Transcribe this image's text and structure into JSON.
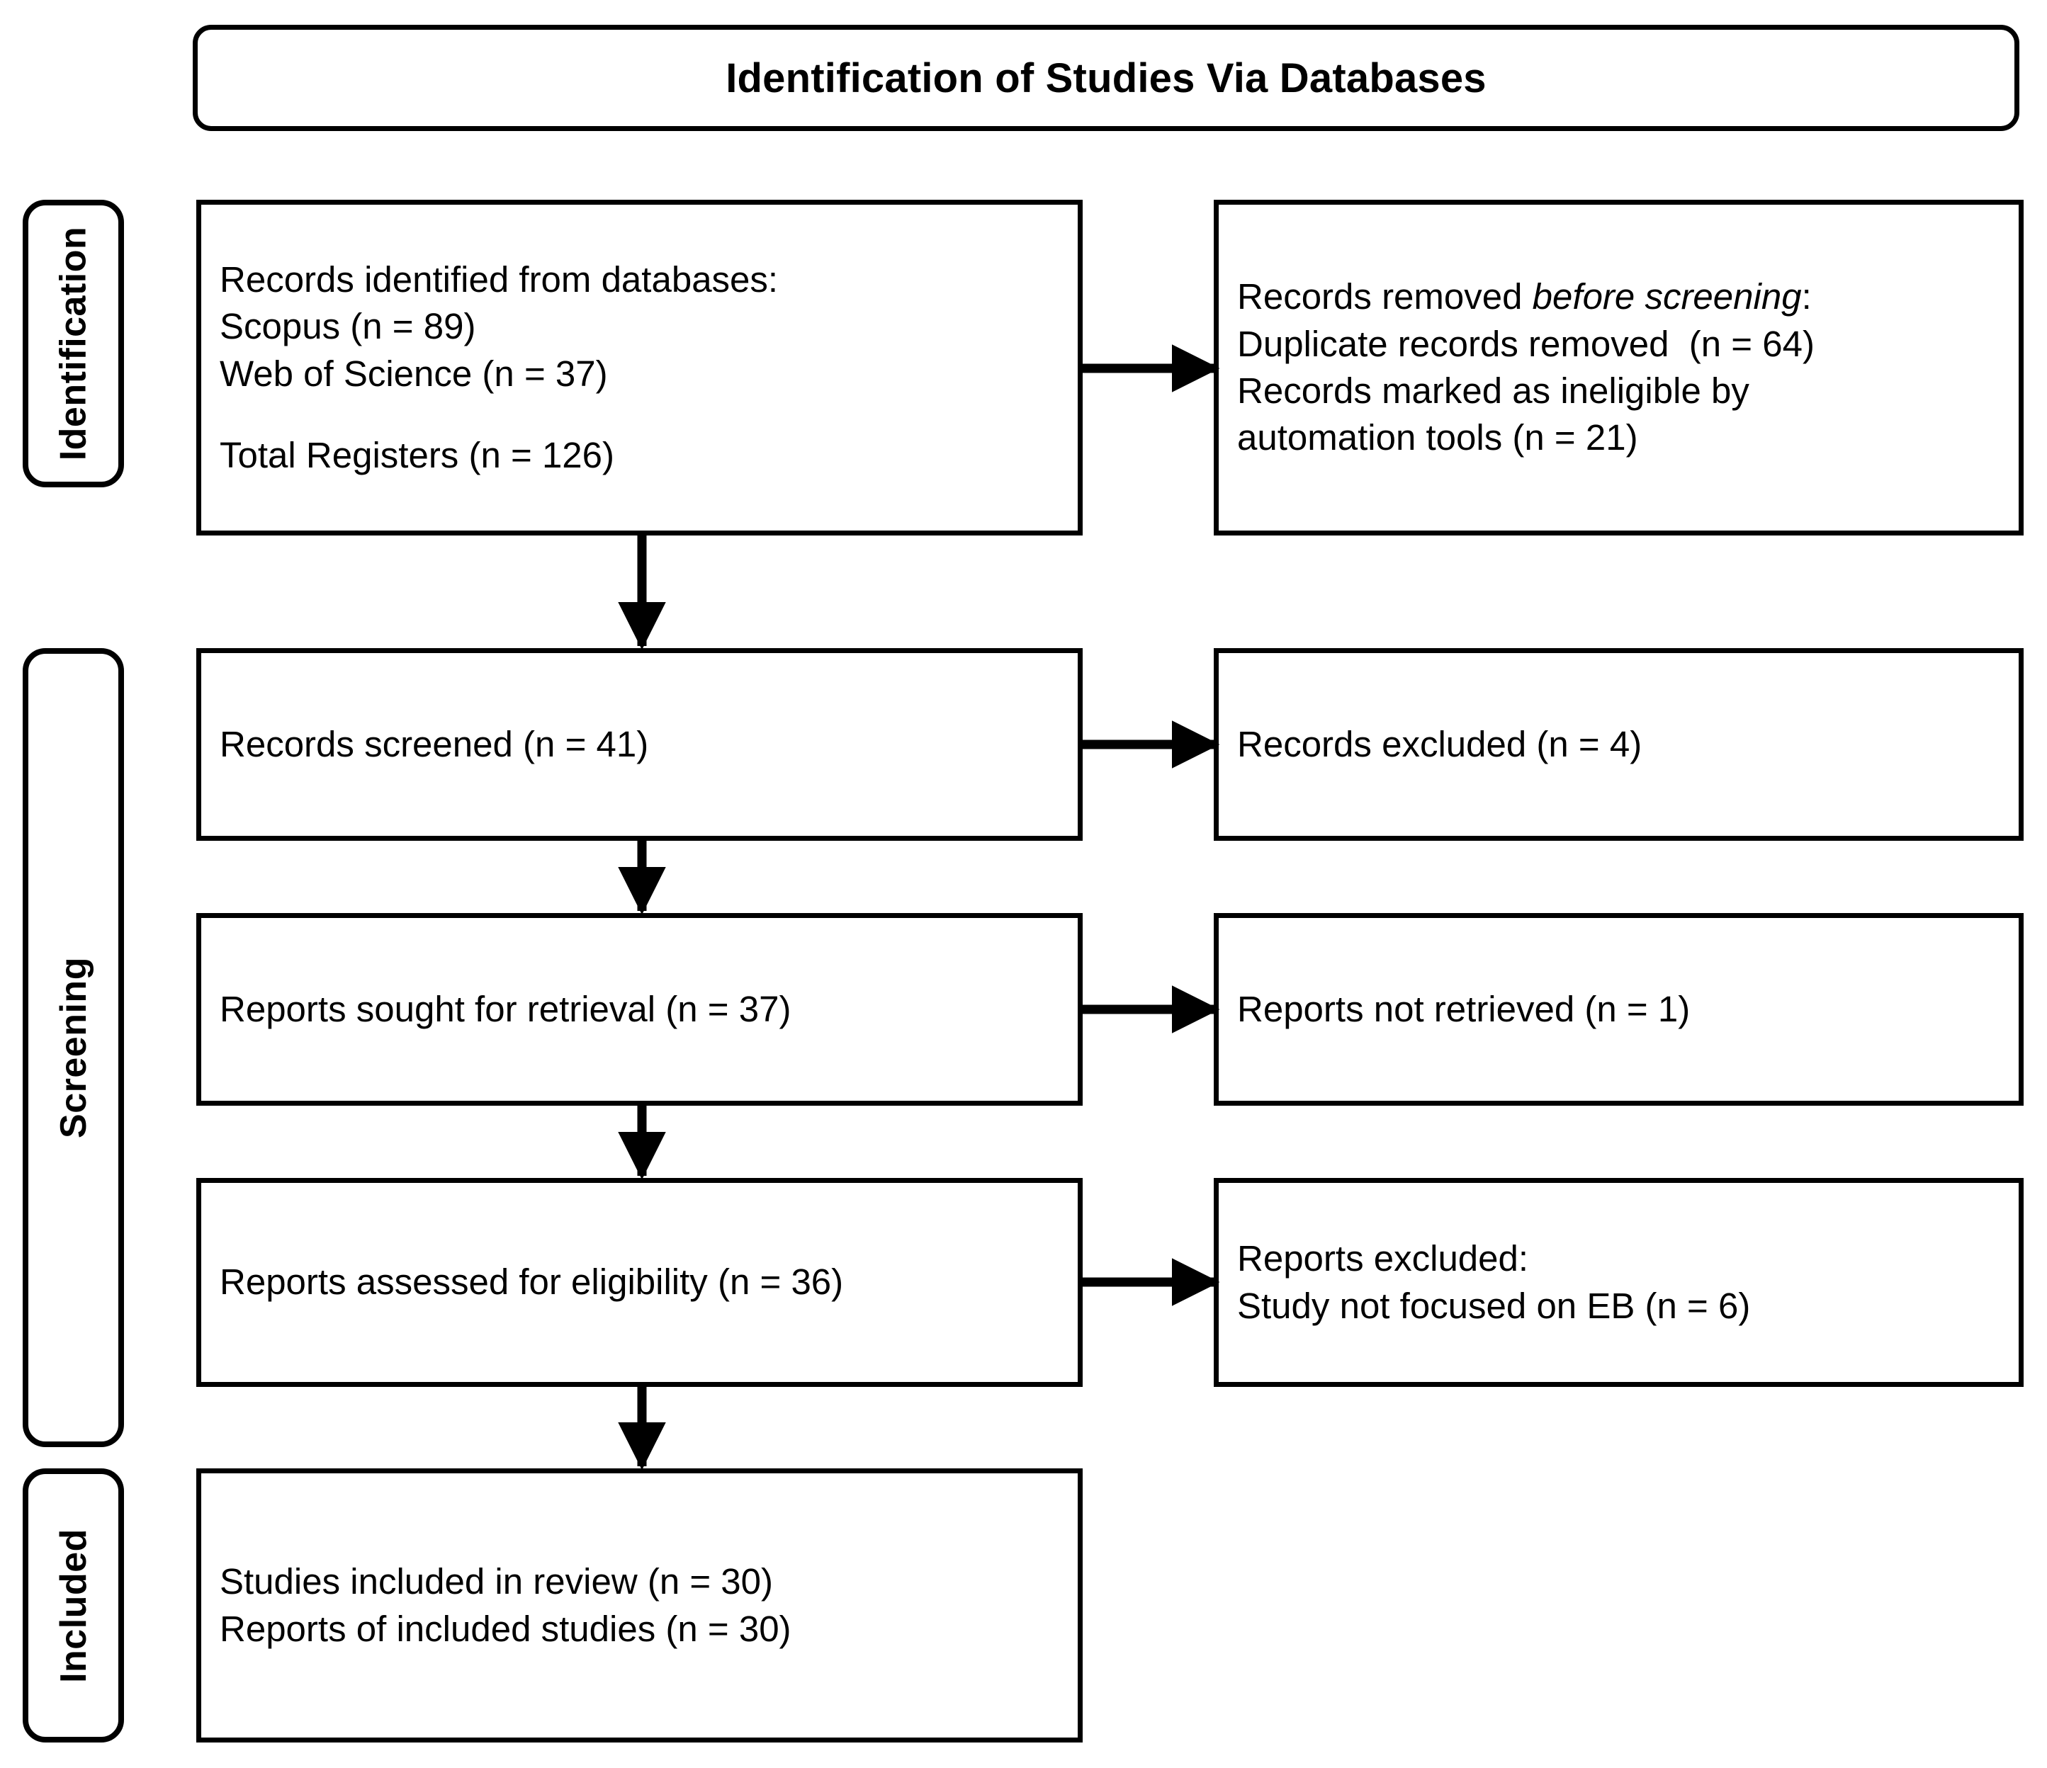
{
  "banner": {
    "title": "Identification of Studies Via Databases"
  },
  "phases": [
    {
      "id": "identification",
      "label": "Identification"
    },
    {
      "id": "screening",
      "label": "Screening"
    },
    {
      "id": "included",
      "label": "Included"
    }
  ],
  "nodes": {
    "records_identified": {
      "lines": [
        "Records identified from databases:",
        "Scopus (n = 89)",
        "Web of Science (n = 37)",
        "",
        "Total Registers (n = 126)"
      ]
    },
    "records_removed": {
      "line1_prefix": "Records removed ",
      "line1_italic": "before screening",
      "line1_suffix": ":",
      "lines_rest": [
        "Duplicate records removed  (n = 64)",
        "Records marked as ineligible by",
        "automation tools (n = 21)"
      ]
    },
    "records_screened": {
      "lines": [
        "Records screened (n = 41)"
      ]
    },
    "records_excluded": {
      "lines": [
        "Records excluded (n = 4)"
      ]
    },
    "reports_sought": {
      "lines": [
        "Reports sought for retrieval (n = 37)"
      ]
    },
    "reports_not_retrieved": {
      "lines": [
        "Reports not retrieved (n = 1)"
      ]
    },
    "reports_assessed": {
      "lines": [
        "Reports assessed for eligibility (n = 36)"
      ]
    },
    "reports_excluded": {
      "lines": [
        "Reports excluded:",
        "Study not focused on EB (n = 6)"
      ]
    },
    "studies_included": {
      "lines": [
        "Studies included in review (n = 30)",
        "Reports of included studies (n = 30)"
      ]
    }
  },
  "colors": {
    "stroke": "#000000",
    "background": "#ffffff",
    "text": "#000000"
  }
}
